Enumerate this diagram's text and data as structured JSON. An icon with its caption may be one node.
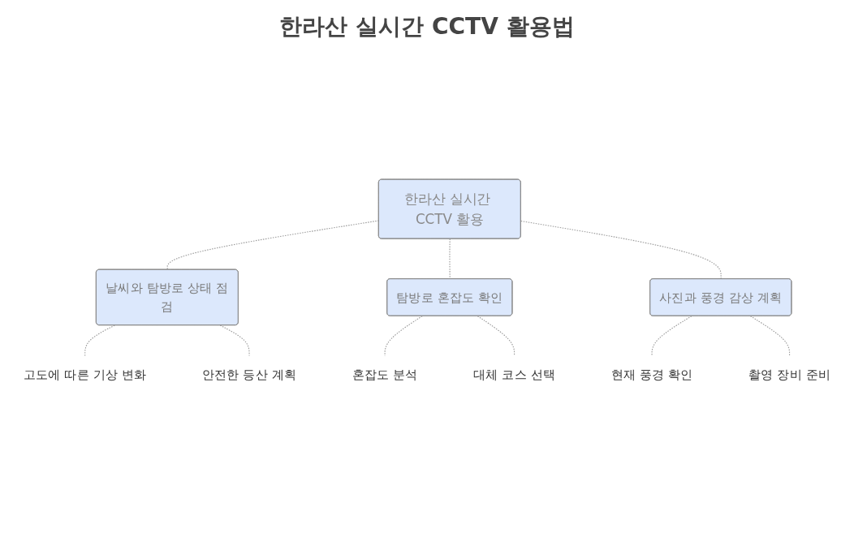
{
  "diagram": {
    "title": "한라산 실시간 CCTV 활용법",
    "nodes": [
      {
        "text": [
          "한라산 실시간 CCTV 활용"
        ]
      },
      {
        "text": [
          "날씨와 탐방로 상태 점검"
        ]
      },
      {
        "text": [
          "고도에 따른 기상 변화"
        ]
      },
      {
        "text": [
          "안전한 등산 계획"
        ]
      },
      {
        "text": [
          "탐방로 혼잡도 확인"
        ]
      },
      {
        "text": [
          "혼잡도 분석"
        ]
      },
      {
        "text": [
          "대체 코스 선택"
        ]
      },
      {
        "text": [
          "사진과 풍경 감상 계획"
        ]
      },
      {
        "text": [
          "현재 풍경 확인"
        ]
      },
      {
        "text": [
          "촬영 장비 준비"
        ]
      }
    ],
    "edges": [
      {
        "from": 0,
        "to": 1,
        "arrow": "none",
        "style": "dashed"
      },
      {
        "from": 0,
        "to": 4,
        "arrow": "none",
        "style": "dashed"
      },
      {
        "from": 0,
        "to": 7,
        "arrow": "none",
        "style": "dashed"
      },
      {
        "from": 1,
        "to": 2,
        "arrow": "none",
        "style": "dashed"
      },
      {
        "from": 1,
        "to": 3,
        "arrow": "none",
        "style": "dashed"
      },
      {
        "from": 4,
        "to": 5,
        "arrow": "none",
        "style": "dashed"
      },
      {
        "from": 4,
        "to": 6,
        "arrow": "none",
        "style": "dashed"
      },
      {
        "from": 7,
        "to": 8,
        "arrow": "none",
        "style": "dashed"
      },
      {
        "from": 7,
        "to": 9,
        "arrow": "none",
        "style": "dashed"
      }
    ]
  }
}
